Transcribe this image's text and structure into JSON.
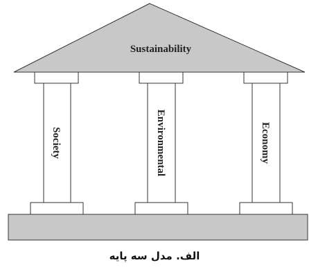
{
  "diagram": {
    "roof_label": "Sustainability",
    "pillars": [
      {
        "label": "Society"
      },
      {
        "label": "Environmental"
      },
      {
        "label": "Economy"
      }
    ],
    "caption": "الف. مدل سه پایه",
    "colors": {
      "roof_fill": "#c8c8c8",
      "base_fill": "#c8c8c8",
      "pillar_fill": "#ffffff",
      "stroke": "#333333"
    }
  }
}
